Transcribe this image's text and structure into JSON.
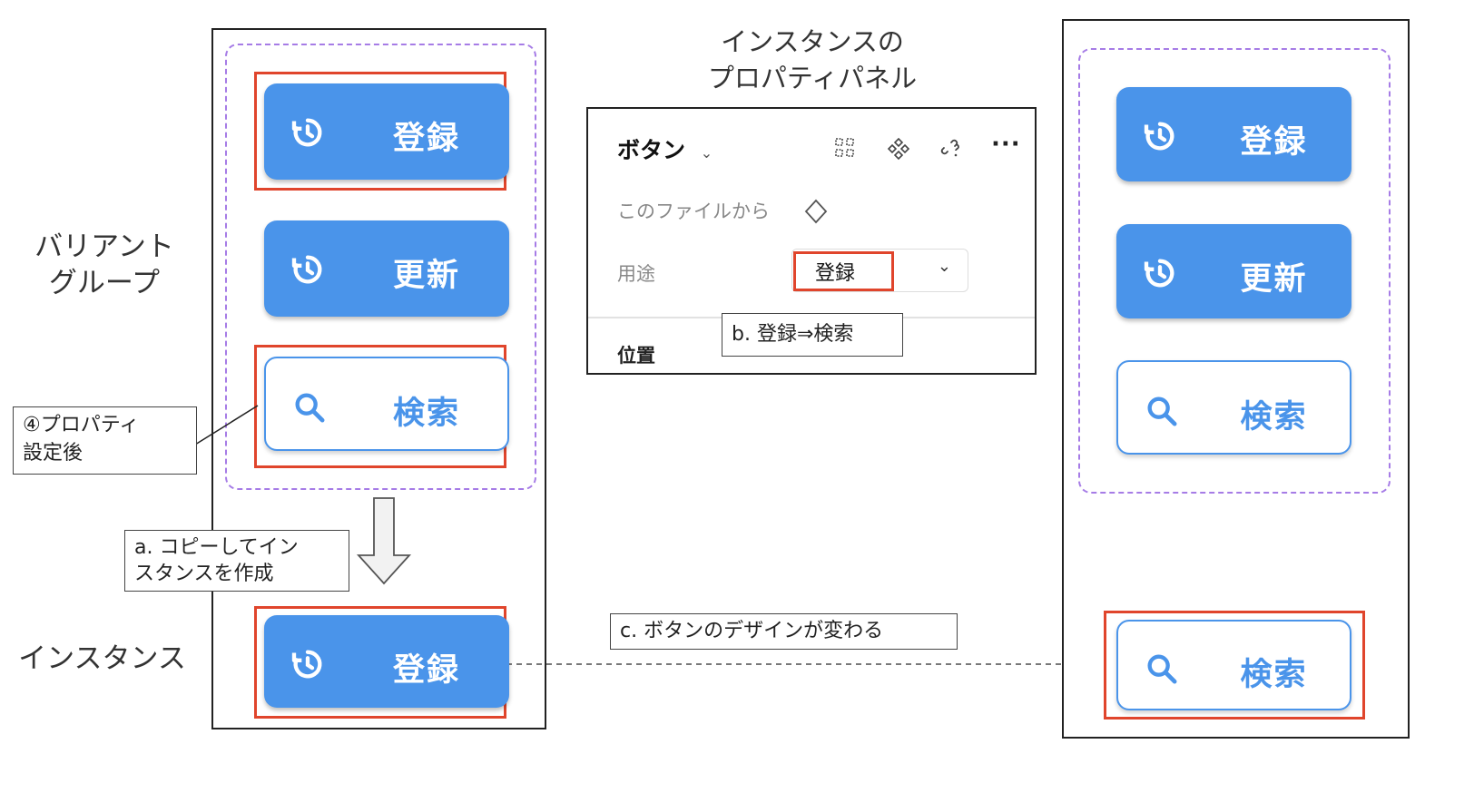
{
  "left_column": {
    "group_label": "バリアント\nグループ",
    "instance_label": "インスタンス",
    "buttons": [
      {
        "label": "登録",
        "style": "filled",
        "icon": "history-icon"
      },
      {
        "label": "更新",
        "style": "filled",
        "icon": "history-icon"
      },
      {
        "label": "検索",
        "style": "outline",
        "icon": "search-icon"
      }
    ],
    "instance_button": {
      "label": "登録",
      "style": "filled",
      "icon": "history-icon"
    }
  },
  "notes": {
    "property_set": "④プロパティ\n設定後",
    "copy_instance": "a. コピーしてイン\nスタンスを作成",
    "change_value": "b. 登録⇒検索",
    "design_changes": "c. ボタンのデザインが変わる"
  },
  "property_panel": {
    "caption": "インスタンスの\nプロパティパネル",
    "component_name": "ボタン",
    "source": "このファイルから",
    "property_name": "用途",
    "property_value": "登録",
    "section": "位置"
  },
  "right_column": {
    "buttons": [
      {
        "label": "登録",
        "style": "filled",
        "icon": "history-icon"
      },
      {
        "label": "更新",
        "style": "filled",
        "icon": "history-icon"
      },
      {
        "label": "検索",
        "style": "outline",
        "icon": "search-icon"
      }
    ],
    "instance_button": {
      "label": "検索",
      "style": "outline",
      "icon": "search-icon"
    }
  },
  "colors": {
    "button_blue": "#4a94ea",
    "highlight_red": "#e0452c",
    "group_purple": "#a67ce6"
  }
}
